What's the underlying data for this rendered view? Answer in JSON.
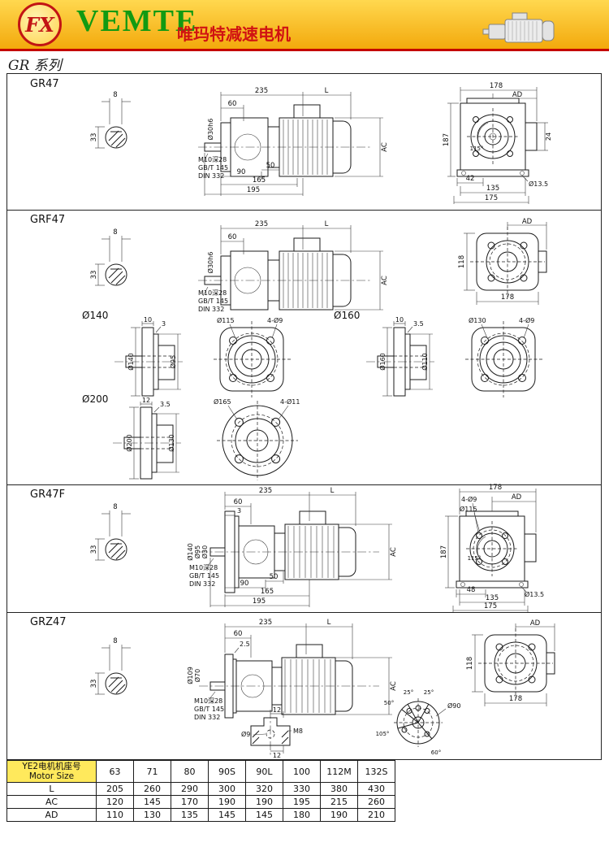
{
  "colors": {
    "header_bg": "#f3a90c",
    "rule_red": "#c40000",
    "brand_green": "#129a12",
    "subtitle_red": "#d01212",
    "table_highlight": "#ffe95c",
    "line": "#1b1b1b"
  },
  "header": {
    "logo_text": "FX",
    "brand": "VEMTE",
    "subtitle": "唯玛特减速电机",
    "series": "GR 系列"
  },
  "sections": {
    "gr47": {
      "title": "GR47",
      "shaft": {
        "key": "8",
        "dia": "33"
      },
      "side": {
        "len1": "235",
        "len2": "L",
        "d60": "60",
        "shaft_dia": "Ø30h6",
        "ac": "AC",
        "tap": "M10深28",
        "std1": "GB/T 145",
        "std2": "DIN 332",
        "d90": "90",
        "d50": "50",
        "d165": "165",
        "d195": "195"
      },
      "end": {
        "w": "178",
        "ad": "AD",
        "h": "187",
        "ang": "115°",
        "d24": "24",
        "d42": "42",
        "hole": "Ø13.5",
        "d135": "135",
        "d175": "175"
      }
    },
    "grf47": {
      "title": "GRF47",
      "shaft": {
        "key": "8",
        "dia": "33"
      },
      "side": {
        "len1": "235",
        "len2": "L",
        "d60": "60",
        "shaft_dia": "Ø30h6",
        "ac": "AC",
        "tap": "M10深28",
        "std1": "GB/T 145",
        "std2": "DIN 332"
      },
      "end": {
        "ad": "AD",
        "h": "118",
        "w": "178"
      }
    },
    "flanges": {
      "f140": {
        "title": "Ø140",
        "thk": "10",
        "step": "3",
        "od": "Ø140",
        "spigot": "Ø95",
        "bc": "Ø115",
        "holes": "4-Ø9"
      },
      "f160": {
        "title": "Ø160",
        "thk": "10",
        "step": "3.5",
        "od": "Ø160",
        "spigot": "Ø110",
        "bc": "Ø130",
        "holes": "4-Ø9"
      },
      "f200": {
        "title": "Ø200",
        "thk": "12",
        "step": "3.5",
        "od": "Ø200",
        "spigot": "Ø130",
        "bc": "Ø165",
        "holes": "4-Ø11"
      }
    },
    "gr47f": {
      "title": "GR47F",
      "shaft": {
        "key": "8",
        "dia": "33"
      },
      "side": {
        "len1": "235",
        "len2": "L",
        "d60": "60",
        "d3": "3",
        "od": "Ø140",
        "spigot": "Ø95",
        "shaft_dia": "Ø30",
        "ac": "AC",
        "tap": "M10深28",
        "std1": "GB/T 145",
        "std2": "DIN 332",
        "d90": "90",
        "d50": "50",
        "d165": "165",
        "d195": "195"
      },
      "end": {
        "w": "178",
        "holes": "4-Ø9",
        "ad": "AD",
        "bc": "Ø115",
        "h": "187",
        "ang": "115°",
        "d48": "48",
        "hole": "Ø13.5",
        "d135": "135",
        "d175": "175"
      }
    },
    "grz47": {
      "title": "GRZ47",
      "shaft": {
        "key": "8",
        "dia": "33"
      },
      "side": {
        "len1": "235",
        "len2": "L",
        "d60": "60",
        "d25": "2.5",
        "od": "Ø109",
        "spigot": "Ø70",
        "ac": "AC",
        "tap": "M10深28",
        "std1": "GB/T 145",
        "std2": "DIN 332"
      },
      "detail": {
        "d9": "Ø9",
        "d12a": "12",
        "m8": "M8",
        "d12b": "12"
      },
      "pattern": {
        "a50": "50°",
        "a25a": "25°",
        "a25b": "25°",
        "dia": "Ø90",
        "a105": "105°",
        "a60": "60°"
      },
      "end": {
        "ad": "AD",
        "h": "118",
        "w": "178"
      }
    }
  },
  "table": {
    "size_label_cn": "YE2电机机座号",
    "size_label_en": "Motor Size",
    "columns": [
      "63",
      "71",
      "80",
      "90S",
      "90L",
      "100",
      "112M",
      "132S"
    ],
    "rows": [
      {
        "label": "L",
        "values": [
          "205",
          "260",
          "290",
          "300",
          "320",
          "330",
          "380",
          "430"
        ]
      },
      {
        "label": "AC",
        "values": [
          "120",
          "145",
          "170",
          "190",
          "190",
          "195",
          "215",
          "260"
        ]
      },
      {
        "label": "AD",
        "values": [
          "110",
          "130",
          "135",
          "145",
          "145",
          "180",
          "190",
          "210"
        ]
      }
    ]
  }
}
